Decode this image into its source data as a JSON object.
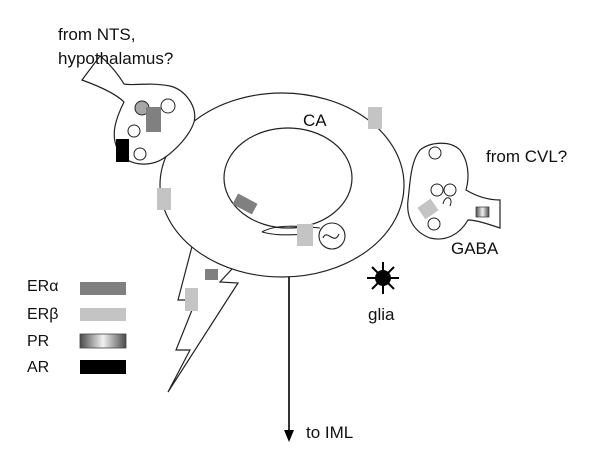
{
  "labels": {
    "nts": "from NTS,",
    "hypothalamus": "hypothalamus?",
    "ca": "CA",
    "cvl": "from CVL?",
    "gaba": "GABA",
    "glia": "glia",
    "iml": "to IML"
  },
  "legend": [
    {
      "key": "er_alpha",
      "label": "ERα",
      "color": "#808080"
    },
    {
      "key": "er_beta",
      "label": "ERβ",
      "color": "#c4c4c4"
    },
    {
      "key": "pr",
      "label": "PR",
      "color": "#5a5a5a"
    },
    {
      "key": "ar",
      "label": "AR",
      "color": "#000000"
    }
  ],
  "colors": {
    "er_alpha": "#808080",
    "er_beta": "#c4c4c4",
    "ar": "#000000",
    "pr_dark": "#555555",
    "pr_light": "#f2f2f2",
    "outline": "#222222"
  }
}
